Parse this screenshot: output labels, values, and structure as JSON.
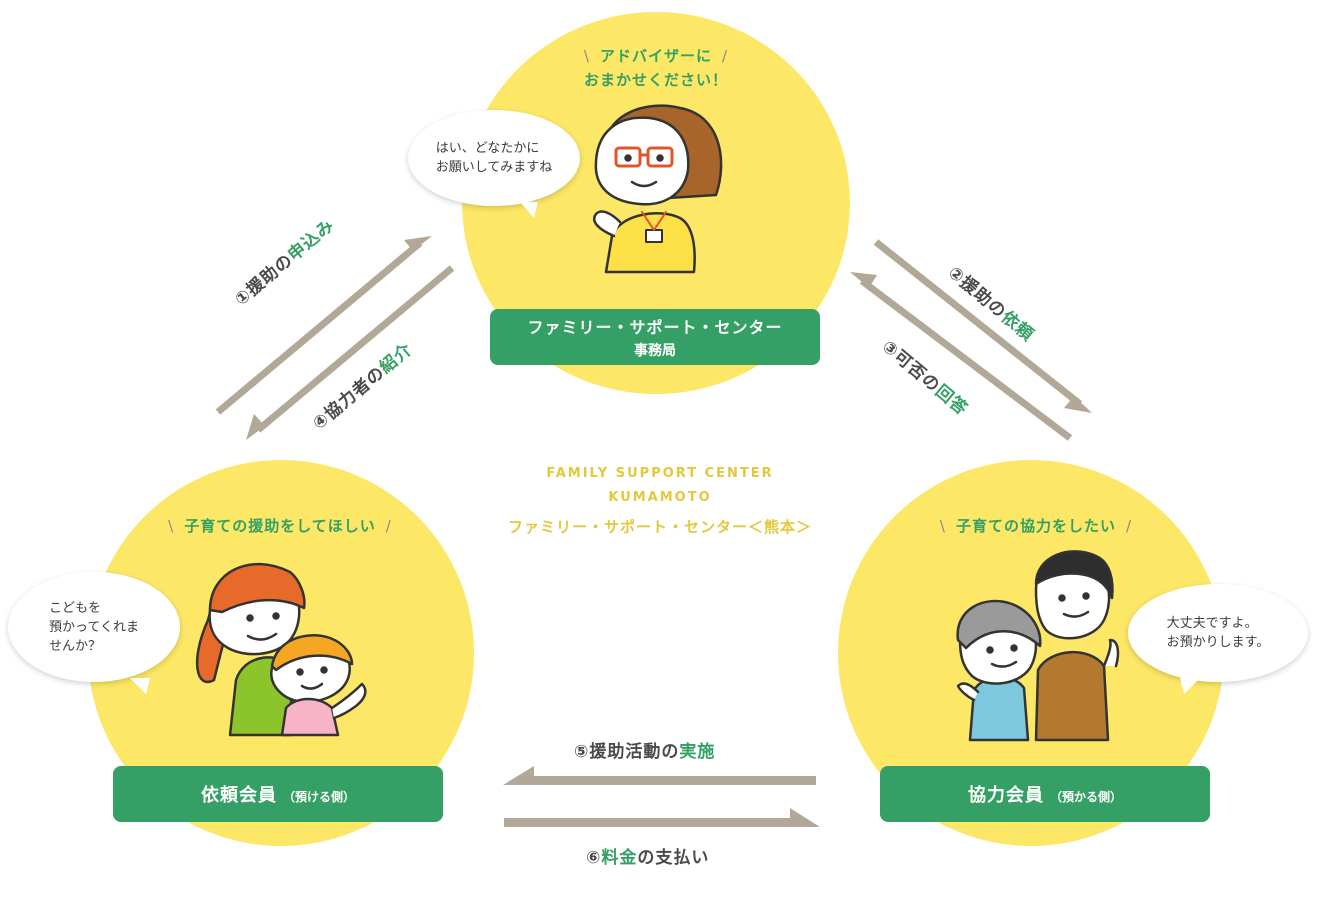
{
  "colors": {
    "green": "#34a065",
    "circle": "#fde766",
    "arrow": "#b1a898"
  },
  "center": {
    "en_line1": "FAMILY SUPPORT CENTER",
    "en_line2": "KUMAMOTO",
    "ja": "ファミリー・サポート・センター＜熊本＞"
  },
  "office": {
    "tagline1": "アドバイザーに",
    "tagline2": "おまかせください！",
    "bubble": "はい、どなたかに\nお願いしてみますね",
    "label_line1": "ファミリー・サポート・センター",
    "label_line2": "事務局"
  },
  "requester": {
    "tagline": "子育ての援助をしてほしい",
    "bubble": "こどもを\n預かってくれま\nせんか？",
    "label_main": "依頼会員",
    "label_sub": "（預ける側）"
  },
  "helper": {
    "tagline": "子育ての協力をしたい",
    "bubble": "大丈夫ですよ。\nお預かりします。",
    "label_main": "協力会員",
    "label_sub": "（預かる側）"
  },
  "steps": {
    "s1": {
      "pre": "①援助の",
      "hl": "申込み",
      "post": ""
    },
    "s2": {
      "pre": "②援助の",
      "hl": "依頼",
      "post": ""
    },
    "s3": {
      "pre": "③可否の",
      "hl": "回答",
      "post": ""
    },
    "s4": {
      "pre": "④協力者の",
      "hl": "紹介",
      "post": ""
    },
    "s5": {
      "pre": "⑤援助活動の",
      "hl": "実施",
      "post": ""
    },
    "s6": {
      "pre": "⑥",
      "hl": "料金",
      "post": "の支払い"
    }
  }
}
